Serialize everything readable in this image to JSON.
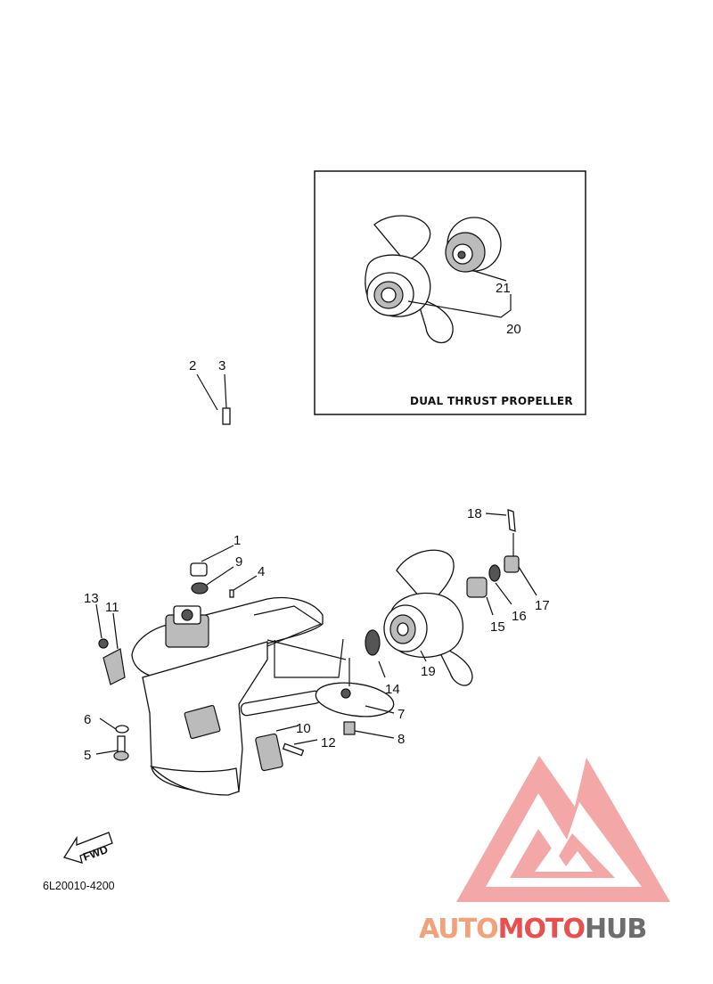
{
  "inset": {
    "title": "DUAL THRUST PROPELLER"
  },
  "diagram_code": "6L20010-4200",
  "fwd_label": "FWD",
  "watermark": {
    "part1": "AUTO",
    "part2": "MOTO",
    "part3": "HUB",
    "color_accent": "#f2a27a",
    "color_red": "#e94f4f",
    "color_gray": "#6d6d6d"
  },
  "callouts": [
    "1",
    "2",
    "3",
    "4",
    "5",
    "6",
    "7",
    "8",
    "9",
    "10",
    "11",
    "12",
    "13",
    "14",
    "15",
    "16",
    "17",
    "18",
    "19",
    "20",
    "21"
  ]
}
